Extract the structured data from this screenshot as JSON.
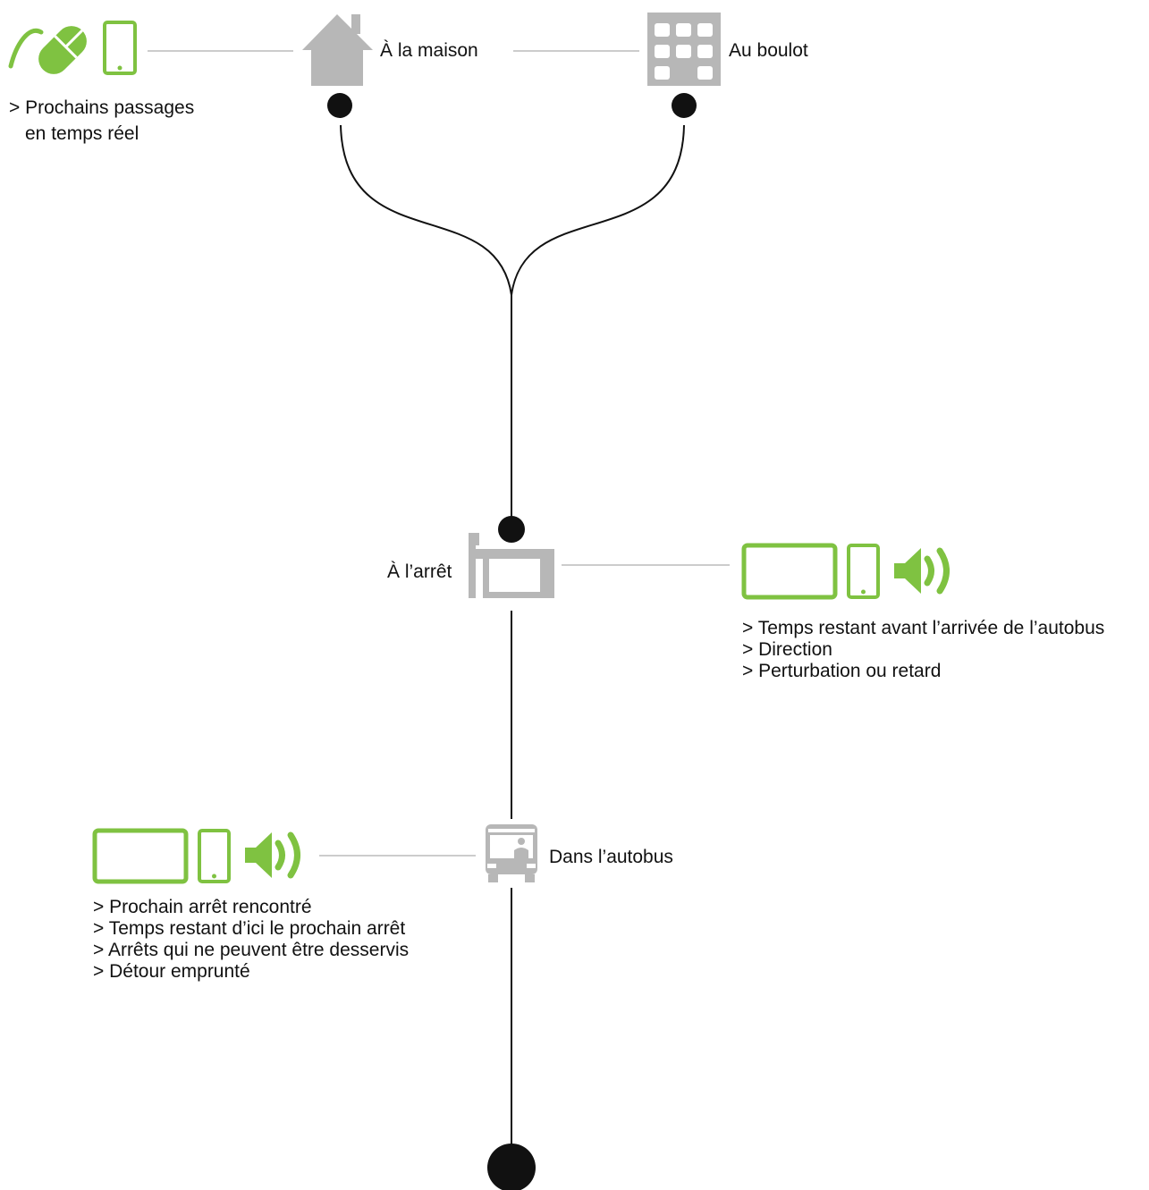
{
  "colors": {
    "green": "#7fc241",
    "gray": "#b7b7b7",
    "line": "#111111",
    "connector": "#999999"
  },
  "icons": {
    "home_icons": [
      "mouse-icon",
      "smartphone-icon"
    ],
    "house": "house-icon",
    "office": "office-building-icon",
    "stop": "bus-stop-shelter-icon",
    "stop_devices": [
      "tablet-icon",
      "smartphone-icon",
      "speaker-icon"
    ],
    "bus": "bus-icon",
    "bus_devices": [
      "tablet-icon",
      "smartphone-icon",
      "speaker-icon"
    ]
  },
  "nodes": {
    "home": "À la maison",
    "work": "Au boulot",
    "stop": "À l’arrêt",
    "bus": "Dans l’autobus"
  },
  "lists": {
    "home": [
      "> Prochains passages",
      "en temps réel"
    ],
    "stop": [
      "> Temps restant avant l’arrivée de l’autobus",
      "> Direction",
      "> Perturbation ou retard"
    ],
    "bus": [
      "> Prochain arrêt rencontré",
      "> Temps restant d’ici le prochain arrêt",
      "> Arrêts qui ne peuvent être desservis",
      "> Détour emprunté"
    ]
  }
}
